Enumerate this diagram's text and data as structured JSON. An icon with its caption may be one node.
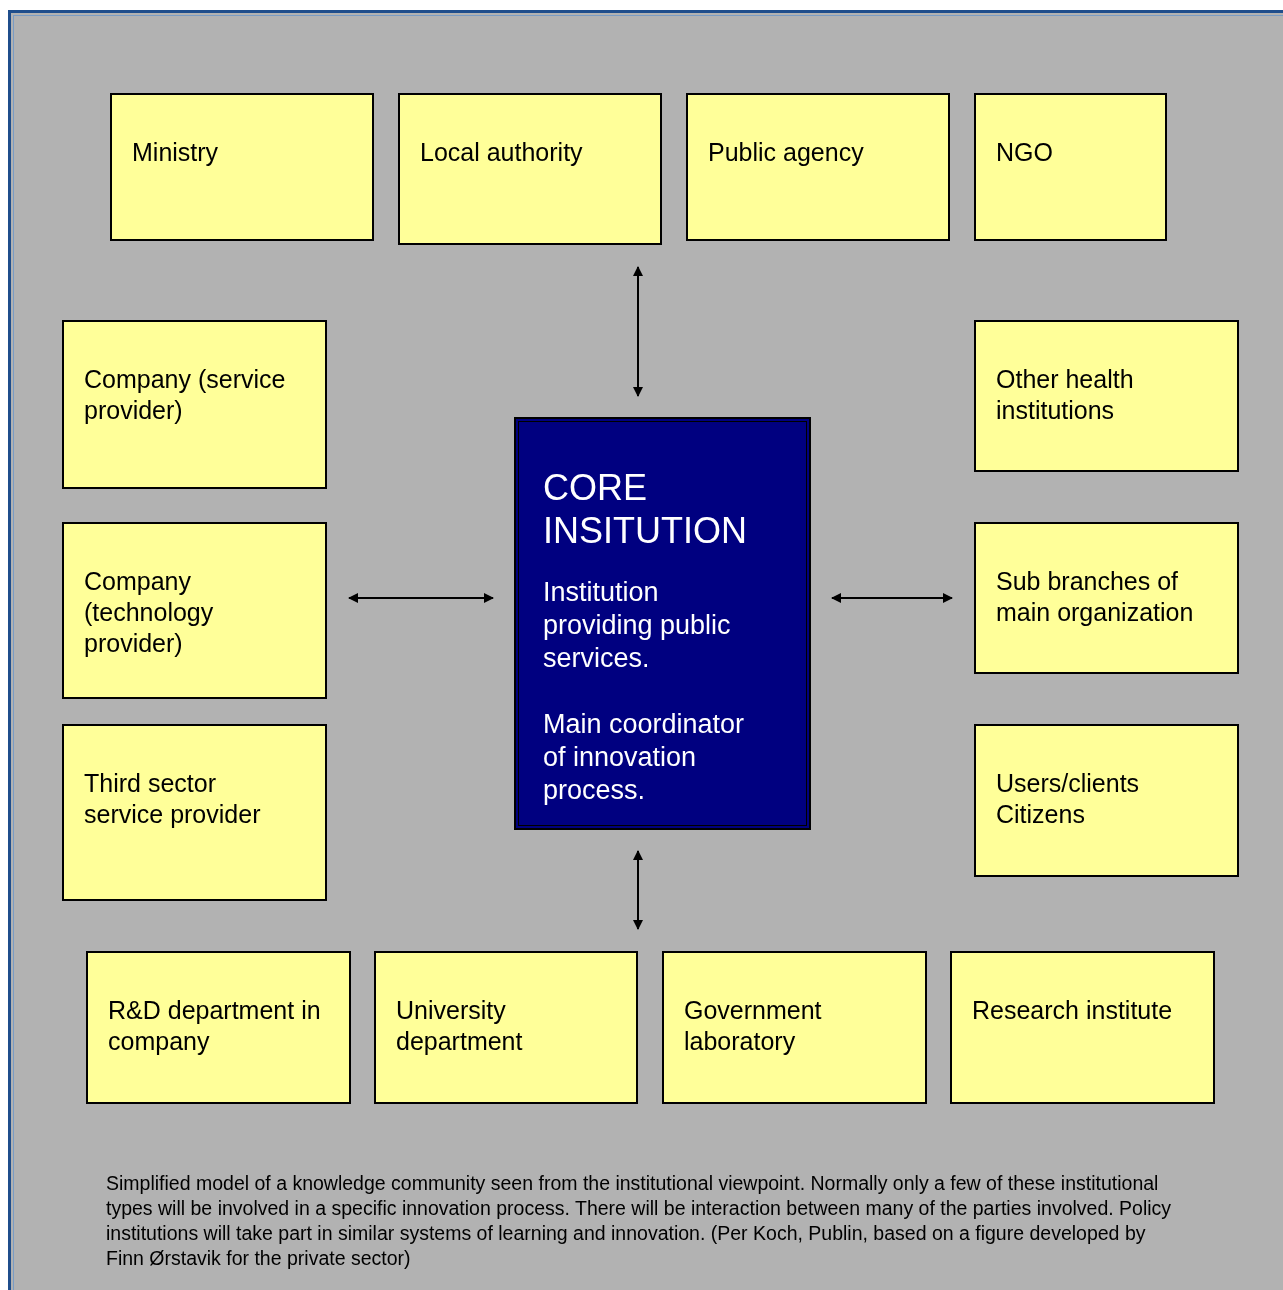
{
  "diagram": {
    "caption": "Simplified model of a knowledge community seen from the institutional viewpoint. Normally only a few of these institutional types will be involved in a specific innovation process. There will be interaction between many of the parties involved. Policy institutions will take part in similar systems of learning and innovation. (Per Koch, Publin, based on a figure developed by Finn Ørstavik for the private sector)",
    "nodes": [
      {
        "text": [
          "Ministry"
        ]
      },
      {
        "text": [
          "Local authority"
        ]
      },
      {
        "text": [
          "Public agency"
        ]
      },
      {
        "text": [
          "NGO"
        ]
      },
      {
        "text": [
          "Company (service provider)"
        ]
      },
      {
        "text": [
          "Other health institutions"
        ]
      },
      {
        "text": [
          "CORE INSITUTION",
          "Institution providing public services.",
          "Main coordinator of innovation process."
        ]
      },
      {
        "text": [
          "Company (technology provider)"
        ]
      },
      {
        "text": [
          "Sub branches of main organization"
        ]
      },
      {
        "text": [
          "Third sector service provider"
        ]
      },
      {
        "text": [
          "Users/clients Citizens"
        ]
      },
      {
        "text": [
          "R&D department in company"
        ]
      },
      {
        "text": [
          "University department"
        ]
      },
      {
        "text": [
          "Government laboratory"
        ]
      },
      {
        "text": [
          "Research institute"
        ]
      }
    ],
    "edges": [
      {
        "from": 1,
        "to": 6,
        "arrow": "both"
      },
      {
        "from": 7,
        "to": 6,
        "arrow": "both"
      },
      {
        "from": 6,
        "to": 8,
        "arrow": "both"
      },
      {
        "from": 6,
        "to": 12,
        "arrow": "both"
      }
    ]
  }
}
